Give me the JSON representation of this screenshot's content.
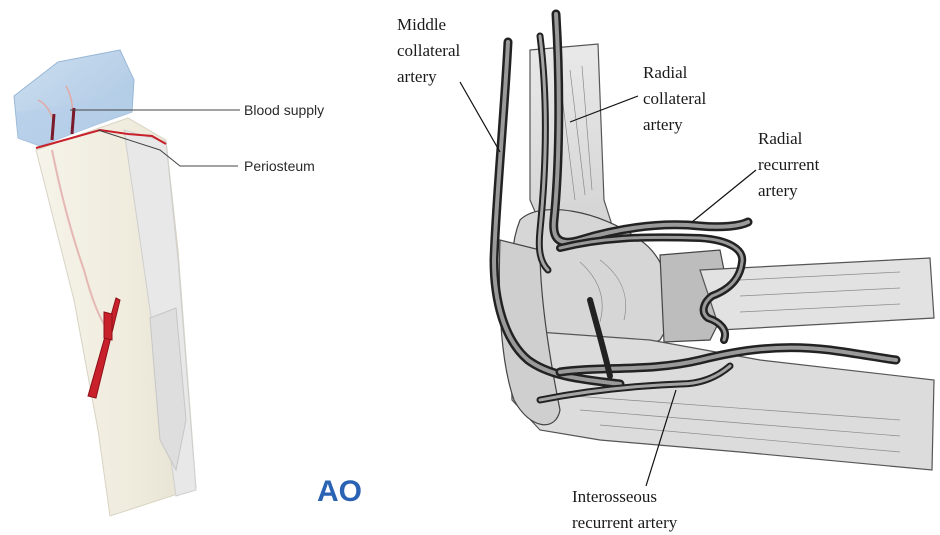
{
  "left_panel": {
    "labels": {
      "blood_supply": "Blood supply",
      "periosteum": "Periosteum"
    },
    "logo": "AO",
    "colors": {
      "artery": "#c8212b",
      "growth_plate": "#9ebfe0",
      "bone": "#f1eee3",
      "logo": "#2b63b4"
    }
  },
  "right_panel": {
    "labels": {
      "middle_collateral": [
        "Middle",
        "collateral",
        "artery"
      ],
      "radial_collateral": [
        "Radial",
        "collateral",
        "artery"
      ],
      "radial_recurrent": [
        "Radial",
        "recurrent",
        "artery"
      ],
      "interosseous_recurrent": [
        "Interosseous",
        "recurrent artery"
      ]
    }
  }
}
